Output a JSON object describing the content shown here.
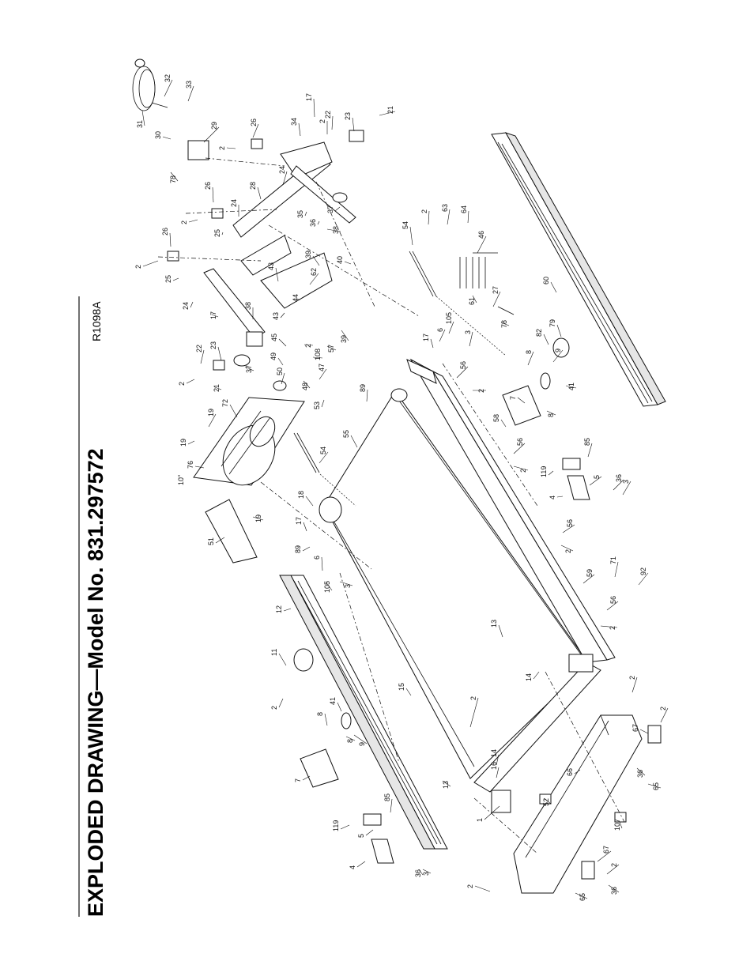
{
  "page": {
    "title": "EXPLODED DRAWING—Model No. 831.297572",
    "drawing_code": "R1098A"
  },
  "motor_box_label": "10\"",
  "part_labels": [
    "1",
    "2",
    "3",
    "4",
    "5",
    "6",
    "7",
    "8",
    "9",
    "11",
    "12",
    "13",
    "14",
    "15",
    "16",
    "17",
    "18",
    "19",
    "21",
    "22",
    "23",
    "24",
    "25",
    "26",
    "27",
    "28",
    "29",
    "30",
    "31",
    "32",
    "33",
    "34",
    "35",
    "36",
    "37",
    "38",
    "39",
    "40",
    "41",
    "43",
    "44",
    "45",
    "46",
    "47",
    "48",
    "49",
    "50",
    "51",
    "52",
    "53",
    "54",
    "55",
    "56",
    "57",
    "58",
    "59",
    "60",
    "61",
    "62",
    "63",
    "64",
    "65",
    "66",
    "67",
    "71",
    "72",
    "76",
    "78",
    "79",
    "82",
    "85",
    "89",
    "92",
    "105",
    "107",
    "108",
    "119"
  ]
}
